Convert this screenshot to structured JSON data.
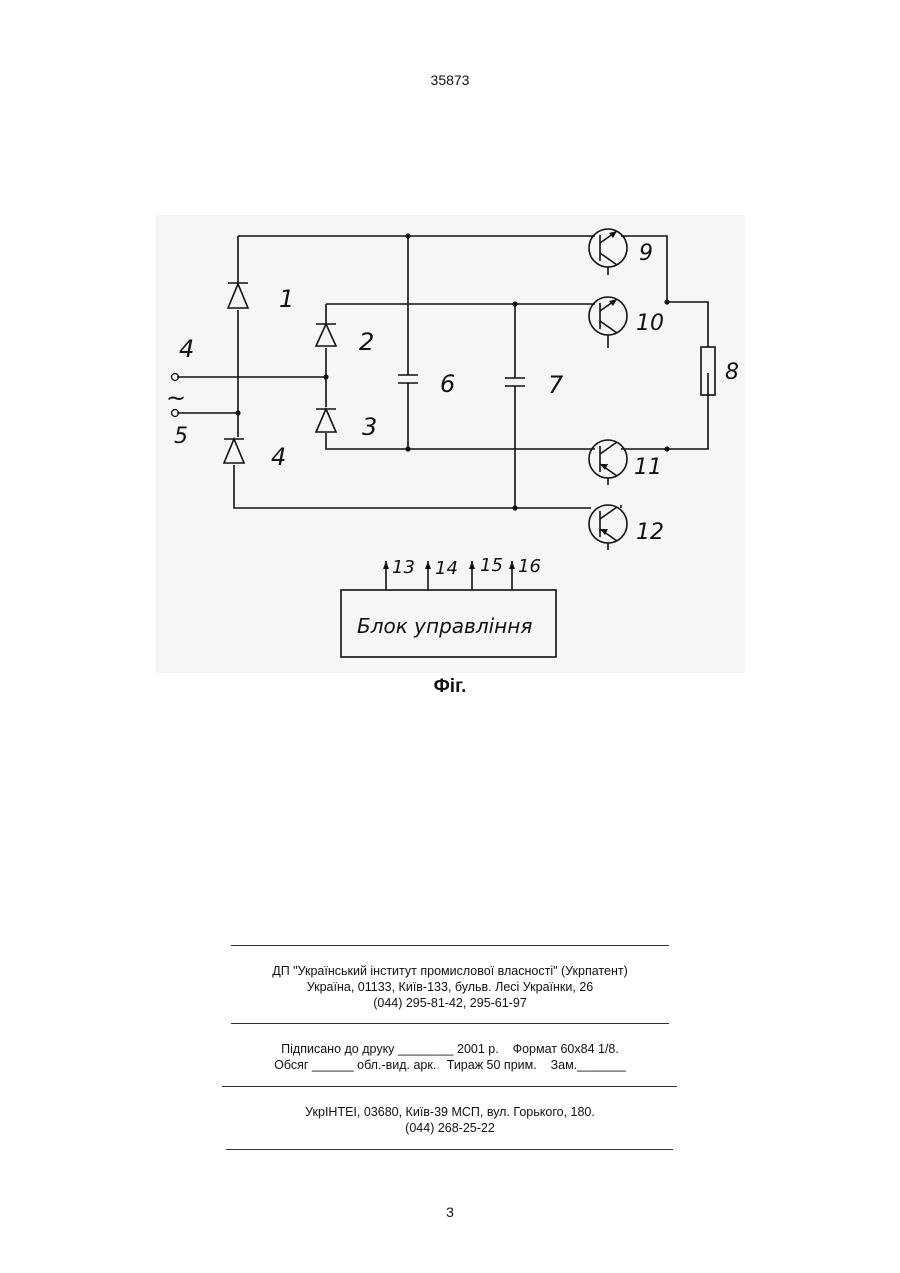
{
  "header": {
    "doc_number": "35873"
  },
  "figure": {
    "caption": "Фіг.",
    "control_block_label": "Блок управління",
    "component_labels": {
      "diode_1": "1",
      "diode_2": "2",
      "diode_3": "3",
      "diode_4": "4",
      "terminal_4": "4",
      "terminal_5": "5",
      "ac_symbol": "~",
      "capacitor_6": "6",
      "capacitor_7": "7",
      "resistor_8": "8",
      "transistor_9": "9",
      "transistor_10": "10",
      "transistor_11": "11",
      "transistor_12": "12",
      "output_13": "13",
      "output_14": "14",
      "output_15": "15",
      "output_16": "16"
    }
  },
  "footer": {
    "publisher_lines": [
      "ДП \"Український інститут промислової власності\" (Укрпатент)",
      "Україна, 01133, Київ-133, бульв. Лесі Українки, 26",
      "(044) 295-81-42, 295-61-97"
    ],
    "print_lines": [
      "Підписано до друку ________ 2001 р.    Формат 60х84 1/8.",
      "Обсяг ______ обл.-вид. арк.   Тираж 50 прим.    Зам._______"
    ],
    "printer_lines": [
      "УкрІНТЕІ, 03680, Київ-39 МСП, вул. Горького, 180.",
      "(044) 268-25-22"
    ]
  },
  "page_number": "3"
}
